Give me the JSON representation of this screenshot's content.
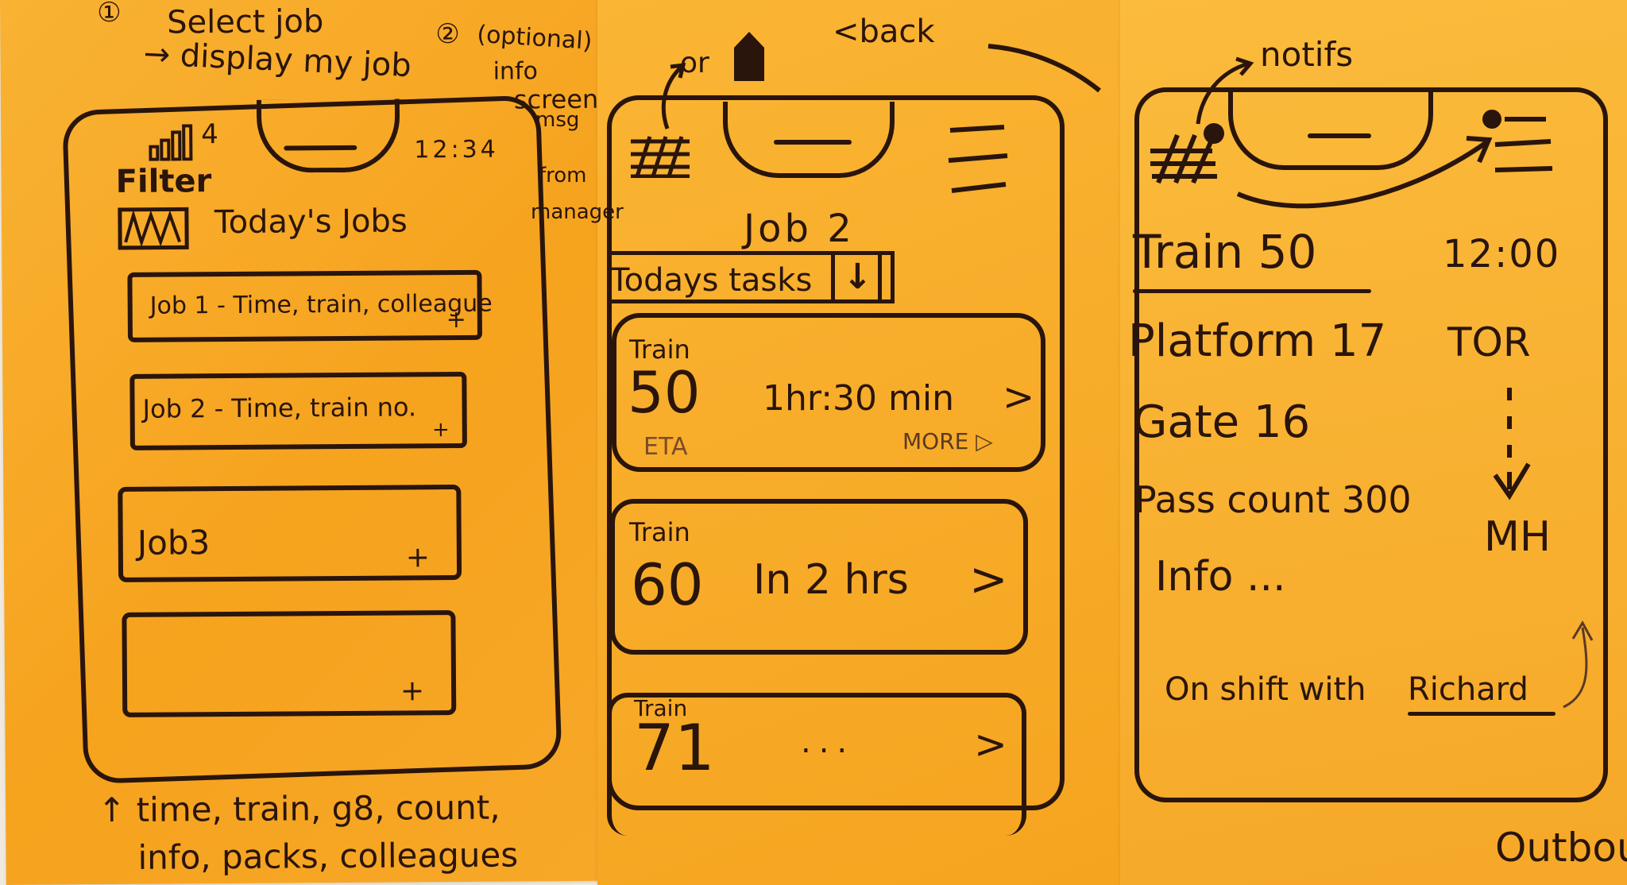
{
  "sheet1": {
    "step1": "①",
    "step1_text": "Select job",
    "step1_sub": "→ display my job",
    "step2": "②",
    "step2_text": "(optional)",
    "step2_lines": [
      "info",
      "screen,",
      "msg",
      "from",
      "manager"
    ],
    "status_signal": "4",
    "status_time": "12:34",
    "filter_label": "Filter",
    "title": "Today's Jobs",
    "jobs": [
      {
        "label": "Job 1 - Time, train, colleague",
        "action": "+"
      },
      {
        "label": "Job 2 - Time, train no.",
        "action": "+"
      },
      {
        "label": "Job3",
        "action": "+"
      },
      {
        "label": "",
        "action": "+"
      }
    ],
    "footnote_line1": "↑ time, train, g8, count,",
    "footnote_line2": "info, packs, colleagues"
  },
  "sheet2": {
    "home_hint": "or",
    "back_label": "<back",
    "title": "Job 2",
    "dropdown_label": "Todays tasks",
    "dropdown_arrow": "↓",
    "tasks": [
      {
        "train_label": "Train",
        "train_no": "50",
        "eta": "1hr:30 min",
        "chevron": ">",
        "eta_caption": "ETA",
        "more": "MORE ▷"
      },
      {
        "train_label": "Train",
        "train_no": "60",
        "eta": "In 2 hrs",
        "chevron": ">"
      },
      {
        "train_label": "Train",
        "train_no": "71",
        "eta": "...",
        "chevron": ">"
      }
    ]
  },
  "sheet3": {
    "notifs_label": "notifs",
    "train": "Train 50",
    "time": "12:00",
    "platform": "Platform 17",
    "gate": "Gate 16",
    "pass_count": "Pass count 300",
    "info": "Info ...",
    "from_station": "TOR",
    "to_station": "MH",
    "shift_prefix": "On shift with",
    "colleague": "Richard",
    "outbound": "Outbou"
  }
}
